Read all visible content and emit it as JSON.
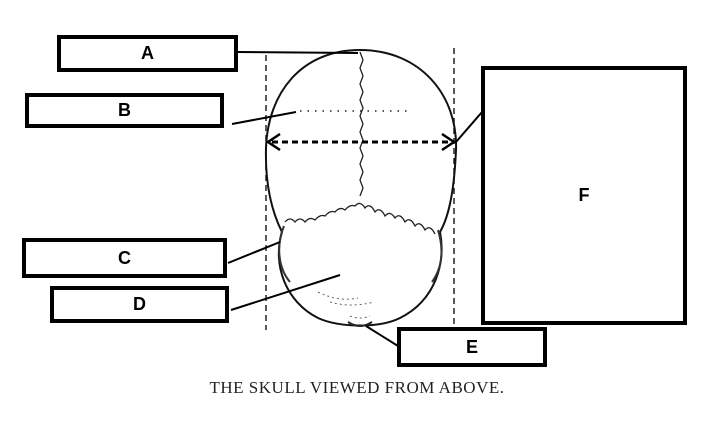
{
  "caption": "THE SKULL VIEWED FROM ABOVE.",
  "labels": {
    "a": "A",
    "b": "B",
    "c": "C",
    "d": "D",
    "e": "E",
    "f": "F"
  },
  "colors": {
    "ink": "#000000",
    "background": "#ffffff"
  }
}
